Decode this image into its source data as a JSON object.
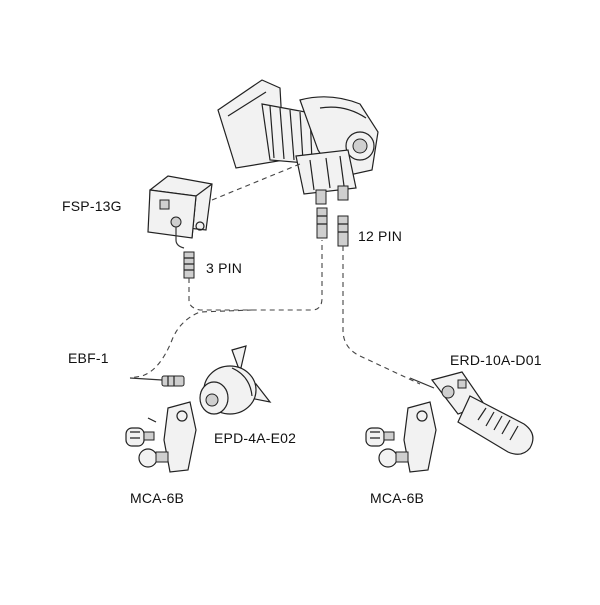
{
  "labels": {
    "fsp": "FSP-13G",
    "pin12": "12 PIN",
    "pin3": "3 PIN",
    "ebf": "EBF-1",
    "erd": "ERD-10A-D01",
    "epd": "EPD-4A-E02",
    "mca_left": "MCA-6B",
    "mca_right": "MCA-6B"
  },
  "icons": [
    "lens",
    "fsp-13g-unit",
    "connector",
    "epd-4a-e02-demand",
    "mca-6b-clamp",
    "erd-10a-d01-grip"
  ]
}
